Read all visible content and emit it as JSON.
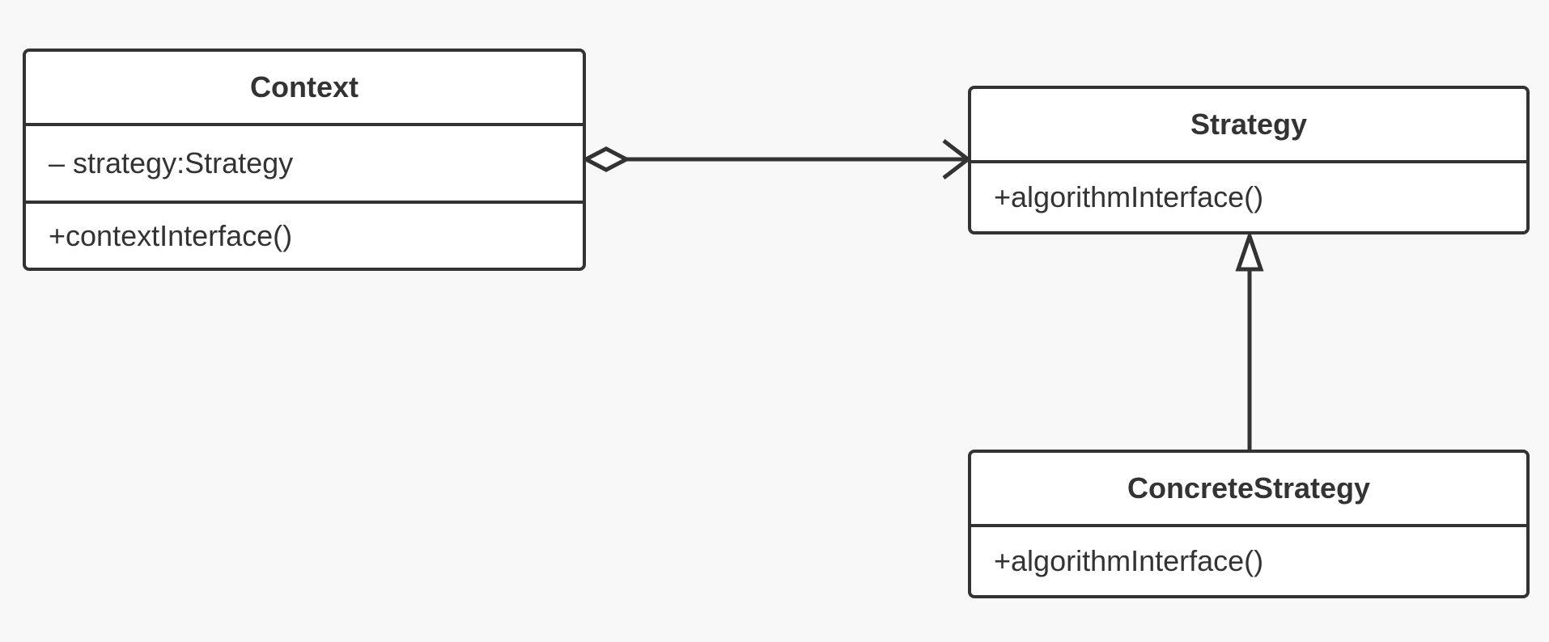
{
  "classes": {
    "context": {
      "name": "Context",
      "attributes": [
        "– strategy:Strategy"
      ],
      "operations": [
        "+contextInterface()"
      ]
    },
    "strategy": {
      "name": "Strategy",
      "operations": [
        "+algorithmInterface()"
      ]
    },
    "concrete_strategy": {
      "name": "ConcreteStrategy",
      "operations": [
        "+algorithmInterface()"
      ]
    }
  },
  "relationships": [
    {
      "from": "Context",
      "to": "Strategy",
      "kind": "aggregation"
    },
    {
      "from": "ConcreteStrategy",
      "to": "Strategy",
      "kind": "generalization"
    }
  ],
  "colors": {
    "background": "#f8f8f8",
    "box_fill": "#ffffff",
    "stroke": "#333333"
  }
}
